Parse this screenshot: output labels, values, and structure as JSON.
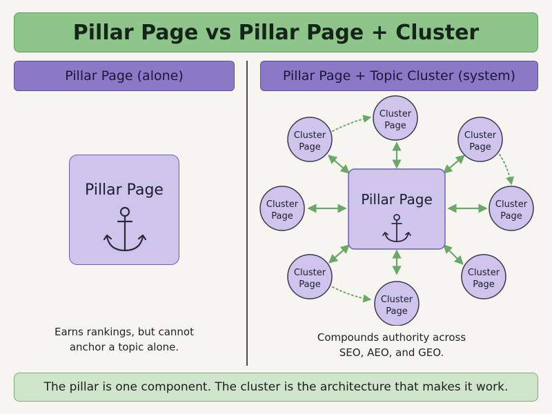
{
  "title": "Pillar Page vs Pillar Page + Cluster",
  "left": {
    "header": "Pillar Page (alone)",
    "pillar_label": "Pillar Page",
    "icon": "anchor-icon",
    "caption_line1": "Earns rankings, but cannot",
    "caption_line2": "anchor a topic alone."
  },
  "right": {
    "header": "Pillar Page + Topic Cluster (system)",
    "pillar_label": "Pillar Page",
    "icon": "anchor-icon",
    "cluster_line1": "Cluster",
    "cluster_line2": "Page",
    "caption_line1": "Compounds authority across",
    "caption_line2": "SEO, AEO, and GEO."
  },
  "footer": "The pillar is one component. The cluster is the architecture that makes it work.",
  "colors": {
    "title_bg": "#8ec58a",
    "header_bg": "#8b78c6",
    "node_fill": "#cfc5ec",
    "arrow": "#6aa86a",
    "footer_bg": "#cfe6cd"
  }
}
